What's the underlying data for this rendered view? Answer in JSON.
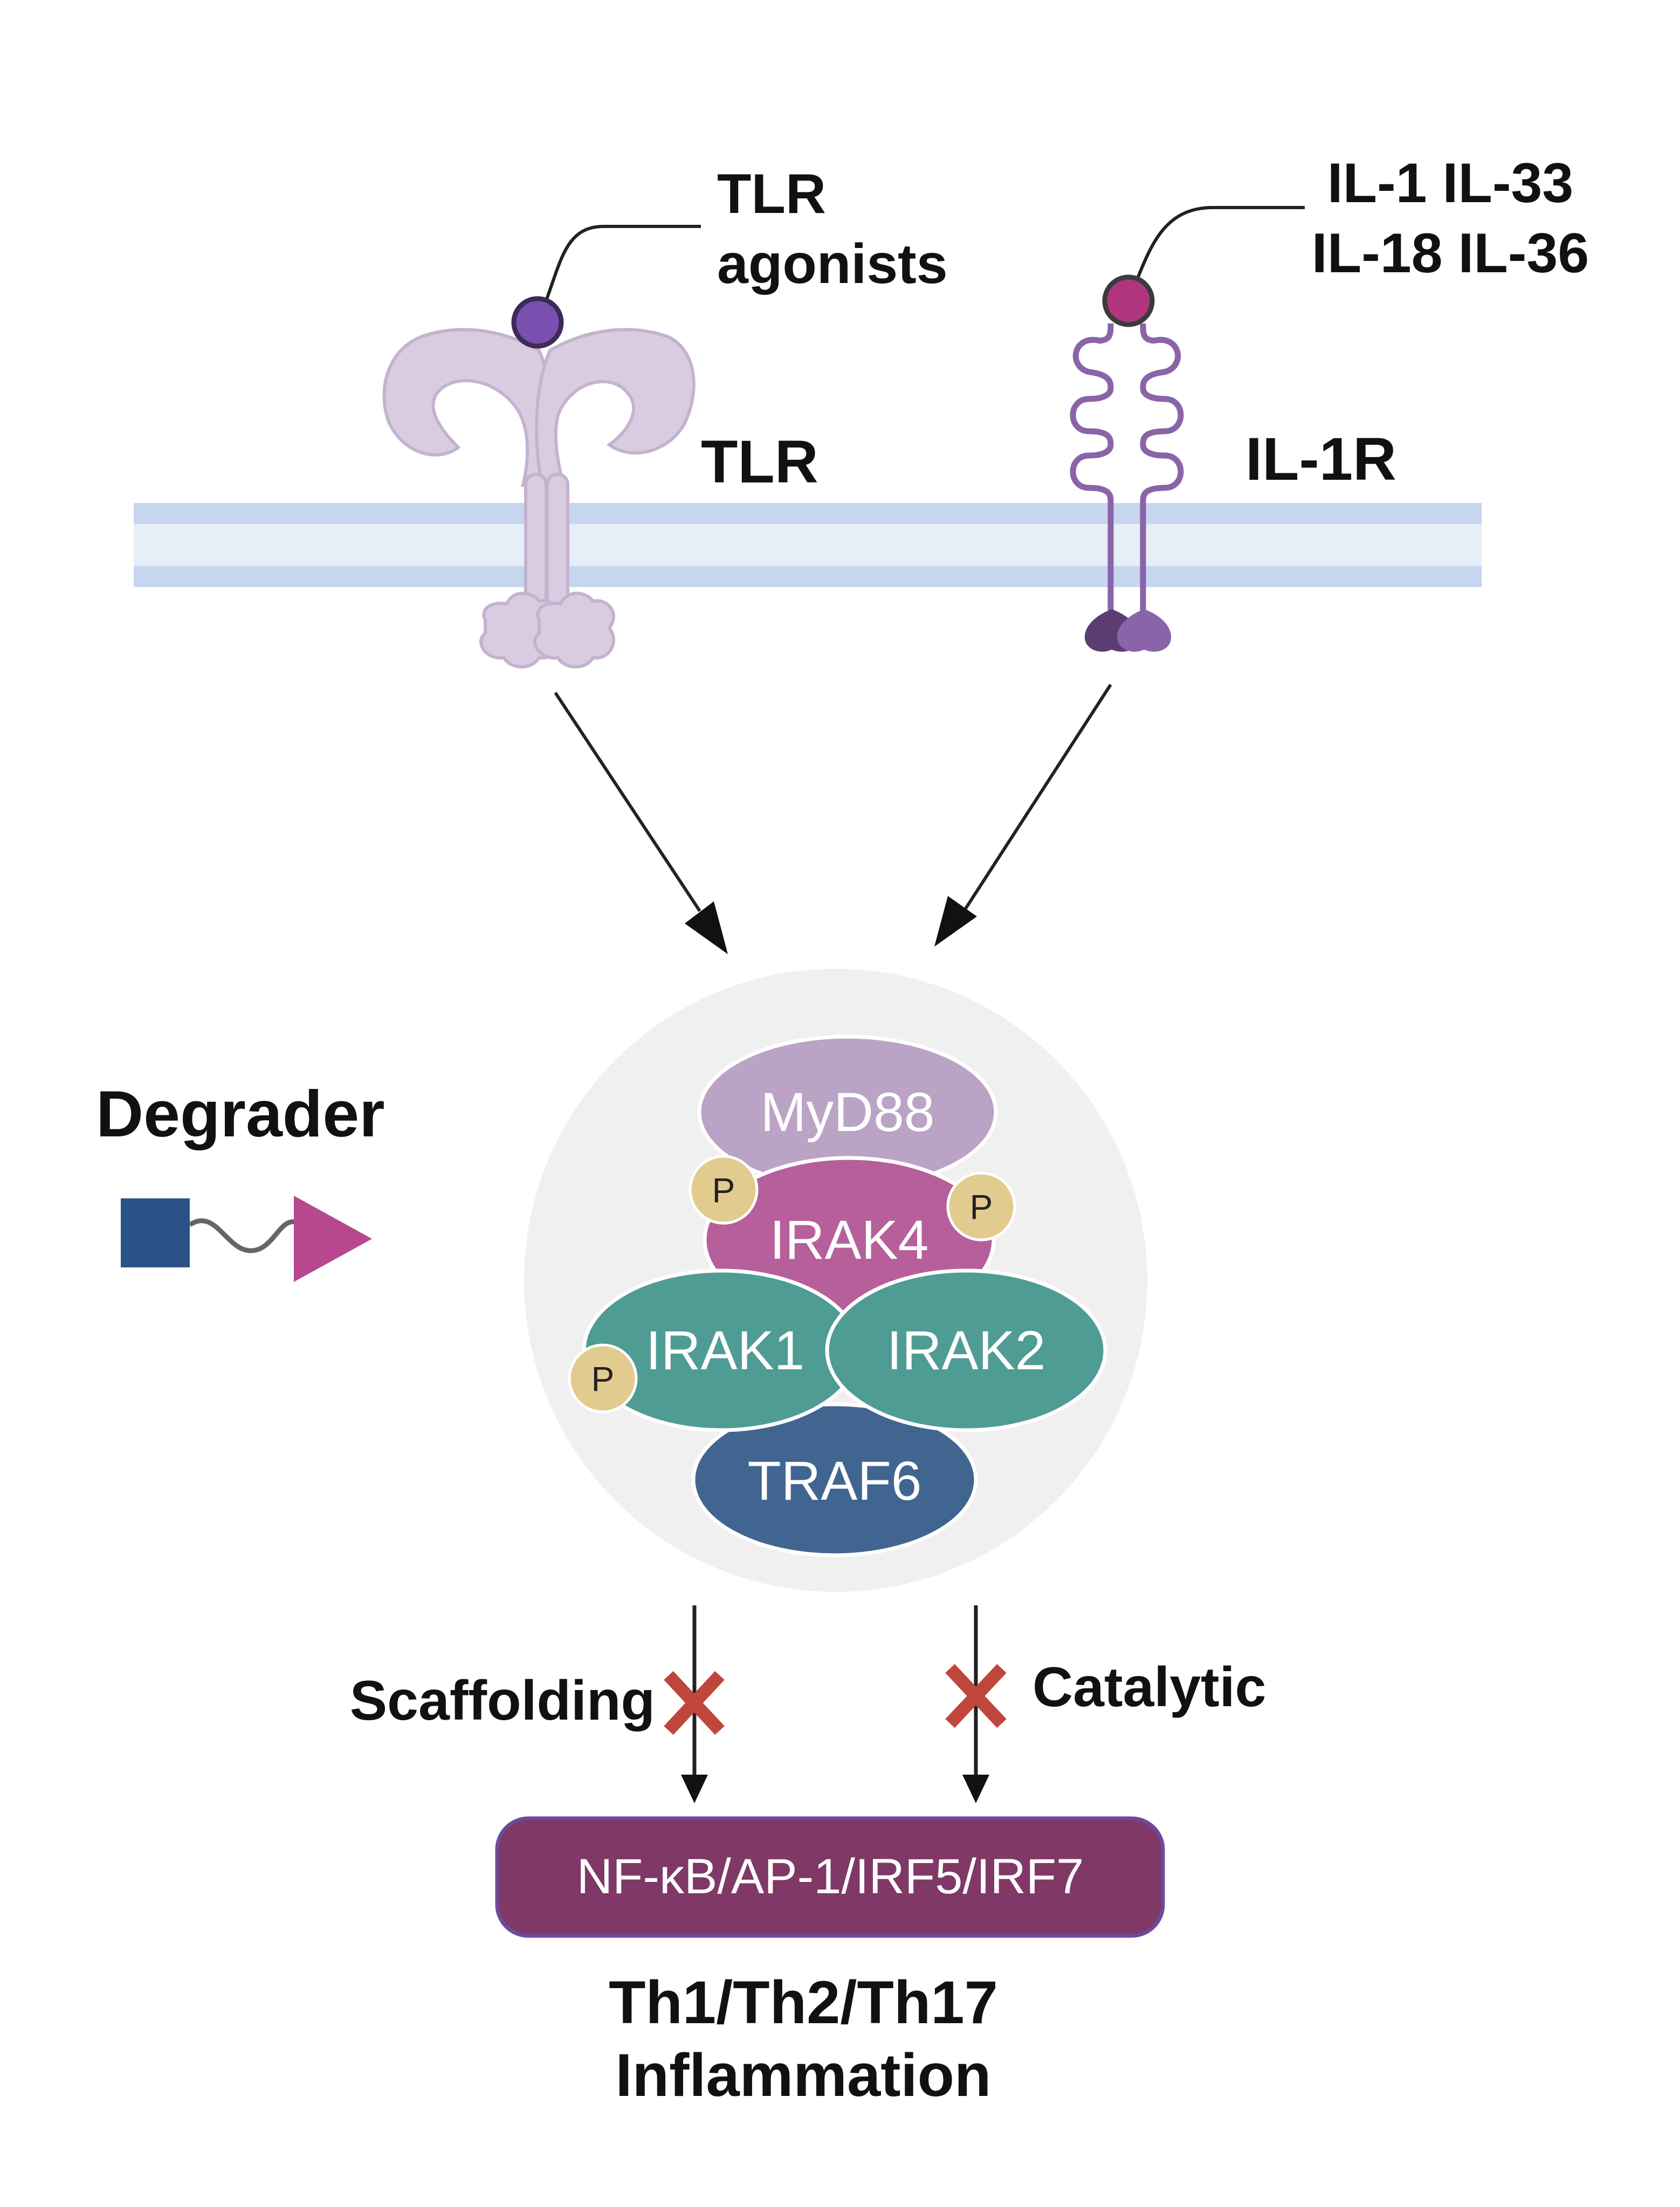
{
  "ligands": {
    "tlr_agonists_line1": "TLR",
    "tlr_agonists_line2": "agonists",
    "il_ligands_line1": "IL-1 IL-33",
    "il_ligands_line2": "IL-18 IL-36"
  },
  "receptors": {
    "tlr": "TLR",
    "il1r": "IL-1R"
  },
  "degrader": {
    "label": "Degrader"
  },
  "complex": {
    "myd88": "MyD88",
    "irak4": "IRAK4",
    "irak1": "IRAK1",
    "irak2": "IRAK2",
    "traf6": "TRAF6",
    "phospho": "P"
  },
  "pathways": {
    "scaffolding": "Scaffolding",
    "catalytic": "Catalytic"
  },
  "transcription": {
    "factors": "NF-κB/AP-1/IRF5/IRF7"
  },
  "outcome": {
    "line1": "Th1/Th2/Th17",
    "line2": "Inflammation"
  },
  "colors": {
    "membrane_outer": "#c5d6ee",
    "membrane_inner": "#e6eef8",
    "tlr_body": "#d9cce0",
    "tlr_ligand": "#7b4fb0",
    "il1r_body": "#8a64a8",
    "il_ligand": "#b0357d",
    "complex_bg": "#f0f0f0",
    "myd88": "#bba3c6",
    "irak4": "#b65f9b",
    "irak1_irak2": "#4f9c94",
    "traf6": "#416591",
    "phospho": "#e2cb8f",
    "degrader_block": "#2a5288",
    "degrader_triangle": "#b7478f",
    "inhibition_x": "#c0463c",
    "tf_box": "#803866"
  }
}
